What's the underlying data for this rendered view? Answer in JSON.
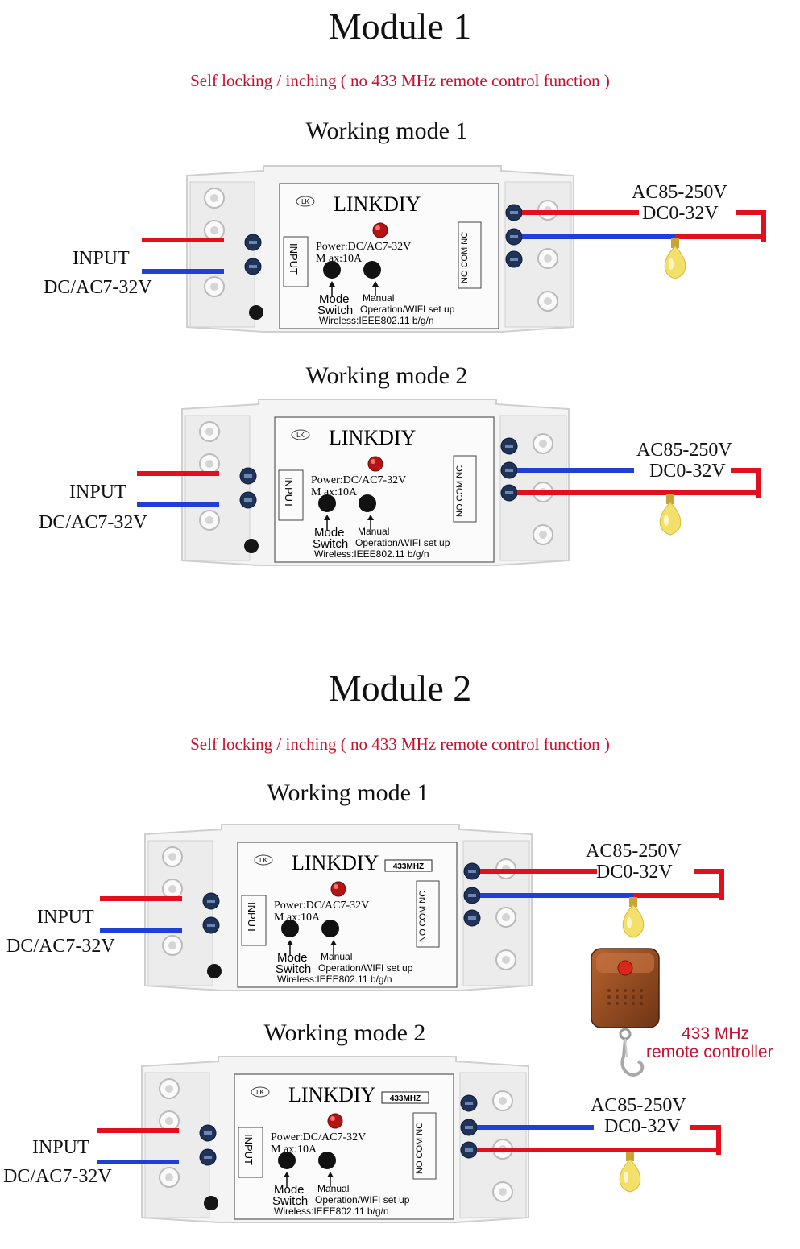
{
  "module1": {
    "title": "Module 1",
    "subtitle": "Self locking / inching ( no 433 MHz remote control function )",
    "mode1": {
      "title": "Working mode 1"
    },
    "mode2": {
      "title": "Working mode 2"
    }
  },
  "module2": {
    "title": "Module 2",
    "subtitle": "Self locking / inching ( no 433 MHz remote control function )",
    "mode1": {
      "title": "Working mode 1"
    },
    "mode2": {
      "title": "Working mode 2"
    }
  },
  "device": {
    "brand": "LINKDIY",
    "logo_text": "LK",
    "freq_badge": "433MHZ",
    "input_label": "INPUT",
    "output_label": "NO COM NC",
    "power": "Power:DC/AC7-32V",
    "max": "M ax:10A",
    "mode": "Mode",
    "switch": "Switch",
    "manual": "Manual",
    "operation": "Operation/WIFI set up",
    "wireless": "Wireless:IEEE802.11 b/g/n"
  },
  "labels": {
    "input": "INPUT",
    "input_voltage": "DC/AC7-32V",
    "load_ac": "AC85-250V",
    "load_dc": "DC0-32V"
  },
  "remote": {
    "line1": "433 MHz",
    "line2": "remote controller"
  },
  "colors": {
    "red_wire": "#e0101c",
    "blue_wire": "#1f3fd6",
    "subtitle": "#c8102e",
    "bulb": "#f3e06a"
  }
}
